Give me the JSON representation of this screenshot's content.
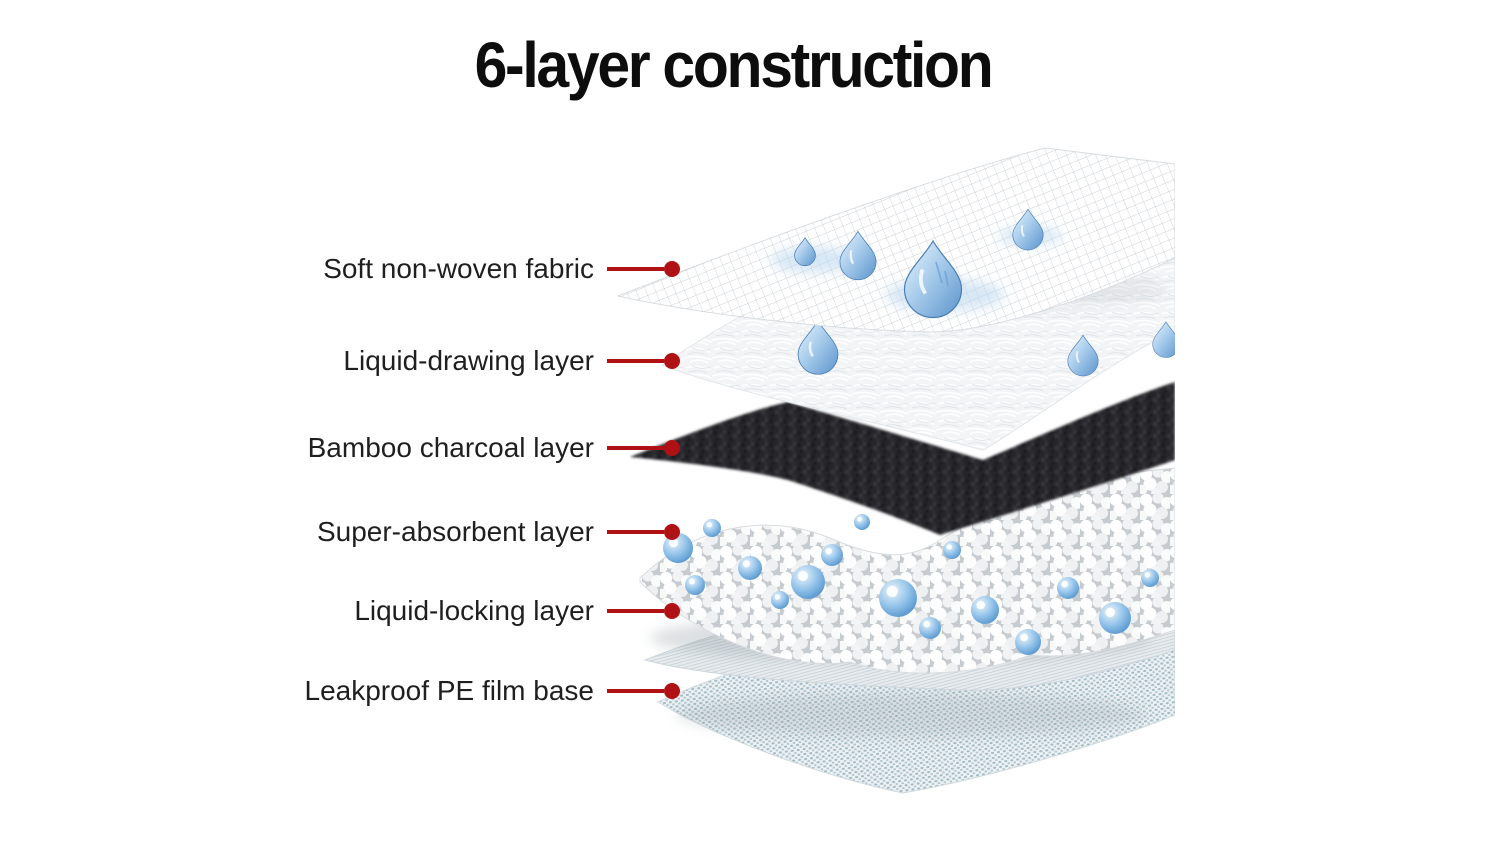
{
  "title": "6-layer construction",
  "layers": [
    {
      "label": "Soft non-woven fabric",
      "illustration": "mesh-fabric-with-water-droplets"
    },
    {
      "label": "Liquid-drawing layer",
      "illustration": "white-fibrous-sheet-with-droplets"
    },
    {
      "label": "Bamboo charcoal layer",
      "illustration": "black-charcoal-foam-sheet"
    },
    {
      "label": "Super-absorbent layer",
      "illustration": "white-polymer-beads-with-blue-gel-beads"
    },
    {
      "label": "Liquid-locking layer",
      "illustration": "fine-striped-pale-gray-sheet"
    },
    {
      "label": "Leakproof PE film base",
      "illustration": "dotted-texture-pe-film-sheet"
    }
  ],
  "colors": {
    "accent": "#b01114",
    "title": "#0d0d0d",
    "label": "#1f1f1f",
    "charcoal": "#28282b",
    "droplet": "#8bb9e4",
    "bead-blue": "#4f8fc9",
    "background": "#ffffff"
  }
}
